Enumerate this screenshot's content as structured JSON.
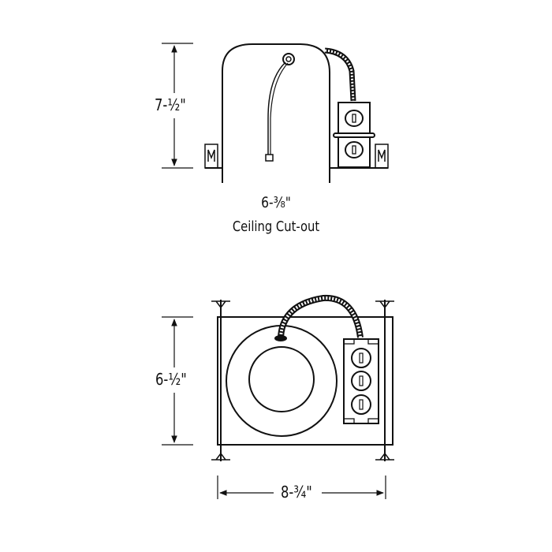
{
  "drawing": {
    "side_view": {
      "height_dimension": "7-½\"",
      "cutout_dimension": "6-³⁄₈\"",
      "cutout_label": "Ceiling Cut-out"
    },
    "top_view": {
      "height_dimension": "6-½\"",
      "width_dimension": "8-¾\""
    },
    "colors": {
      "line": "#111111",
      "background": "#ffffff"
    }
  }
}
